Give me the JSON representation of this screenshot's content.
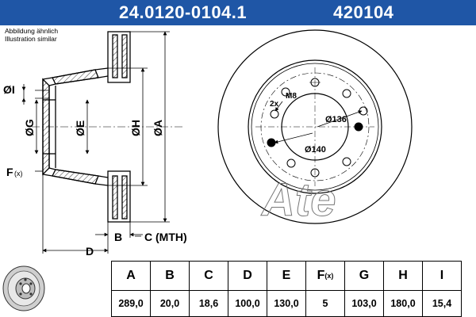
{
  "header": {
    "part_number": "24.0120-0104.1",
    "ref_number": "420104",
    "bg_color": "#1f56a6"
  },
  "note": {
    "line1": "Abbildung ähnlich",
    "line2": "Illustration similar"
  },
  "side_view": {
    "labels": {
      "I": "ØI",
      "G": "ØG",
      "E": "ØE",
      "H": "ØH",
      "A": "ØA",
      "F": "F",
      "F_sub": "(x)",
      "B": "B",
      "C": "C (MTH)",
      "D": "D"
    }
  },
  "front_view": {
    "labels": {
      "thread": "M8",
      "thread_count": "2x",
      "pcd_inner": "Ø136",
      "pcd_outer": "Ø140"
    },
    "brand_watermark": "Ate"
  },
  "specs": {
    "headers": [
      "A",
      "B",
      "C",
      "D",
      "E",
      "F",
      "G",
      "H",
      "I"
    ],
    "f_sub": "(x)",
    "values": [
      "289,0",
      "20,0",
      "18,6",
      "100,0",
      "130,0",
      "5",
      "103,0",
      "180,0",
      "15,4"
    ]
  }
}
